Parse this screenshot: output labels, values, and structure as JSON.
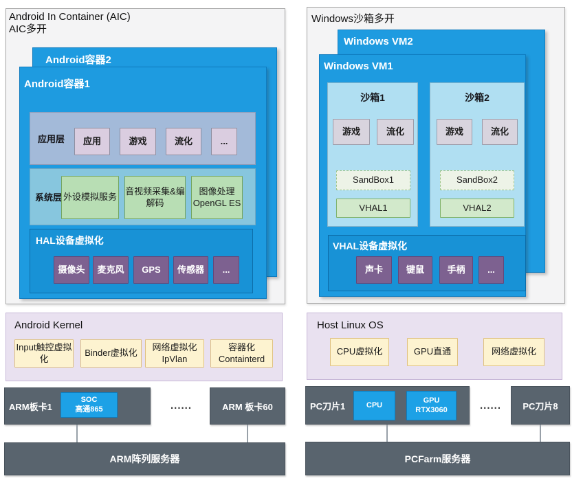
{
  "colors": {
    "container_blue": "#1e9be0",
    "hal_blue": "#1892d6",
    "chip_blue": "#1da1e6",
    "app_band_blue": "#a3bad9",
    "sys_band_blue": "#87c6de",
    "chip_lavender": "#dacde0",
    "chip_green": "#b8deb4",
    "chip_purple": "#7d6190",
    "chip_yellow": "#fdf3d0",
    "sandbox_light_blue": "#b0dff2",
    "chip_gray": "#d8d4de",
    "sandbox_pale_green": "#edf3e7",
    "vhal_green": "#d2e9cb",
    "kernel_lavender": "#e9e1f0",
    "slate_gray": "#59646e",
    "panel_gray": "#f4f4f5"
  },
  "left": {
    "panel_title_line1": "Android In Container (AIC)",
    "panel_title_line2": "AIC多开",
    "container_back": "Android容器2",
    "container_front": "Android容器1",
    "app_layer": {
      "label": "应用层",
      "chips": [
        "应用",
        "游戏",
        "流化",
        "..."
      ]
    },
    "sys_layer": {
      "label": "系统层",
      "chips": [
        "外设模拟服务",
        "音视频采集&编\n解码",
        "图像处理\nOpenGL ES"
      ]
    },
    "hal": {
      "label": "HAL设备虚拟化",
      "chips": [
        "摄像头",
        "麦克风",
        "GPS",
        "传感器",
        "..."
      ]
    },
    "kernel": {
      "title": "Android Kernel",
      "chips": [
        "Input触控虚拟化",
        "Binder虚拟化",
        "网络虚拟化\nIpVlan",
        "容器化\nContainterd"
      ]
    },
    "hw": {
      "board_first": "ARM板卡1",
      "board_first_chip": "SOC\n高通865",
      "dots": "......",
      "board_last": "ARM 板卡60",
      "server": "ARM阵列服务器"
    }
  },
  "right": {
    "panel_title": "Windows沙箱多开",
    "vm_back": "Windows VM2",
    "vm_front": "Windows VM1",
    "sandbox1": {
      "label": "沙箱1",
      "chips": [
        "游戏",
        "流化"
      ],
      "sandbox": "SandBox1",
      "vhal": "VHAL1"
    },
    "sandbox2": {
      "label": "沙箱2",
      "chips": [
        "游戏",
        "流化"
      ],
      "sandbox": "SandBox2",
      "vhal": "VHAL2"
    },
    "vhal": {
      "label": "VHAL设备虚拟化",
      "chips": [
        "声卡",
        "键鼠",
        "手柄",
        "..."
      ]
    },
    "host": {
      "title": "Host Linux OS",
      "chips": [
        "CPU虚拟化",
        "GPU直通",
        "网络虚拟化"
      ]
    },
    "hw": {
      "board_first": "PC刀片1",
      "board_first_chips": [
        "CPU",
        "GPU\nRTX3060"
      ],
      "dots": "......",
      "board_last": "PC刀片8",
      "server": "PCFarm服务器"
    }
  }
}
